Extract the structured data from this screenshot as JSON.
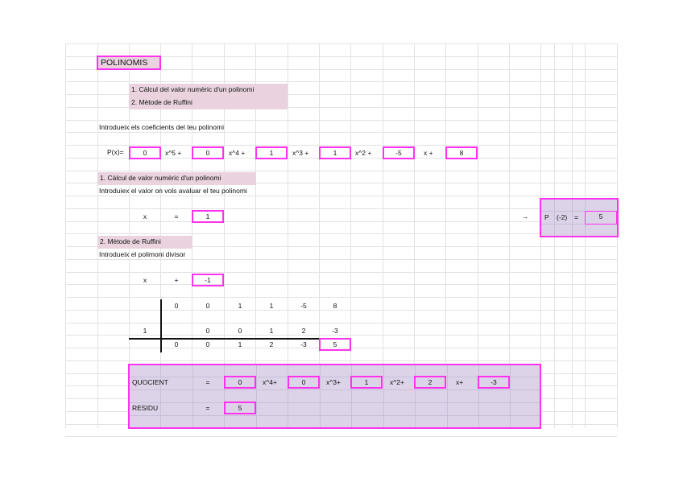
{
  "title": "POLINOMIS",
  "menu": {
    "item1": "1. Càlcul del valor numèric d'un polinomi",
    "item2": "2. Mètode de Ruffini"
  },
  "intro_coefficients": "Introdueix els coeficients del teu polinomi",
  "polynomial": {
    "label": "P(x)=",
    "coefficients": [
      "0",
      "0",
      "1",
      "1",
      "-5",
      "8"
    ],
    "terms": [
      "x^5 +",
      "x^4 +",
      "x^3 +",
      "x^2 +",
      "x +"
    ]
  },
  "section1": {
    "header": "1. Càlcul de valor numèric d'un polinomi",
    "instruction": "Introduiex el valor on vols avaluar el teu polinomi",
    "x_label": "x",
    "equals": "=",
    "x_value": "1",
    "arrow": "→",
    "result": {
      "p": "P",
      "arg": "(-2)",
      "equals": "=",
      "value": "5"
    }
  },
  "section2": {
    "header": "2. Mètode de Ruffini",
    "instruction": "Introdueix el polimoni divisor",
    "x_label": "x",
    "plus": "+",
    "divisor_value": "-1",
    "ruffini": {
      "top_row": [
        "0",
        "0",
        "1",
        "1",
        "-5",
        "8"
      ],
      "root": "1",
      "middle_row": [
        "0",
        "0",
        "1",
        "2",
        "-3"
      ],
      "bottom_row": [
        "0",
        "0",
        "1",
        "2",
        "-3"
      ],
      "remainder": "5"
    }
  },
  "results": {
    "quotient_label": "QUOCIENT",
    "residue_label": "RESIDU",
    "equals": "=",
    "quotient_coefficients": [
      "0",
      "0",
      "1",
      "2",
      "-3"
    ],
    "quotient_terms": [
      "x^4+",
      "x^3+",
      "x^2+",
      "x+"
    ],
    "residue_value": "5"
  },
  "colors": {
    "accent_border": "#ff33ee",
    "header_fill": "#ead3de",
    "panel_fill": "#dcd3e8",
    "grid": "#e2e2e2"
  }
}
